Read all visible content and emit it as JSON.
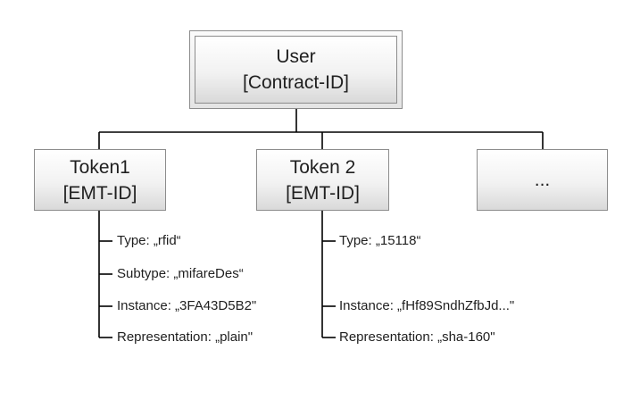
{
  "root": {
    "title": "User",
    "subtitle": "[Contract-ID]"
  },
  "tokens": [
    {
      "title": "Token1",
      "subtitle": "[EMT-ID]",
      "props": [
        "Type: „rfid“",
        "Subtype: „mifareDes“",
        "Instance: „3FA43D5B2\"",
        "Representation: „plain\""
      ]
    },
    {
      "title": "Token 2",
      "subtitle": "[EMT-ID]",
      "props": [
        "Type: „15118“",
        "Instance: „fHf89SndhZfbJd...\"",
        "Representation: „sha-160\""
      ]
    },
    {
      "title": "..."
    }
  ],
  "line_color": "#000000"
}
